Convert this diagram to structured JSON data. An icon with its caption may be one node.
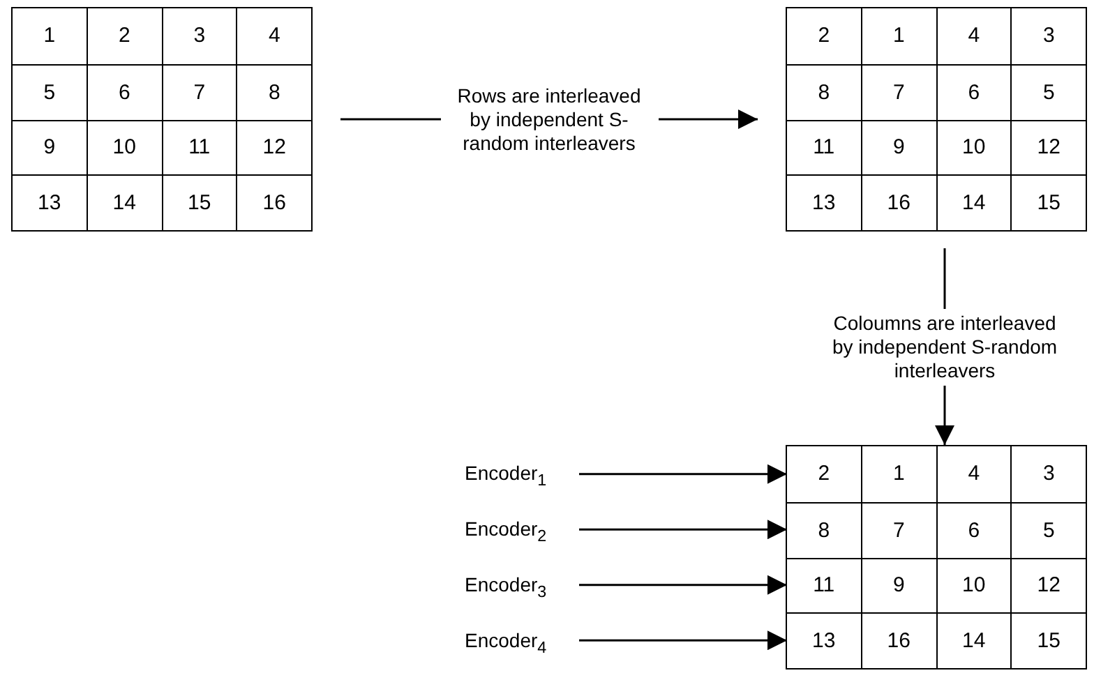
{
  "diagram": {
    "nodes": [
      {
        "text": [],
        "shape": "box"
      },
      {
        "text": [
          "1",
          "2",
          "3",
          "4"
        ],
        "in": 0
      },
      {
        "text": [
          "5",
          "6",
          "7",
          "8"
        ],
        "in": 0
      },
      {
        "text": [
          "9",
          "10",
          "11",
          "12"
        ],
        "in": 0
      },
      {
        "text": [
          "13",
          "14",
          "15",
          "16"
        ],
        "in": 0
      },
      {
        "text": [],
        "shape": "box"
      },
      {
        "text": [
          "2",
          "1",
          "4",
          "3"
        ],
        "in": 5
      },
      {
        "text": [
          "8",
          "7",
          "6",
          "5"
        ],
        "in": 5
      },
      {
        "text": [
          "11",
          "9",
          "10",
          "12"
        ],
        "in": 5
      },
      {
        "text": [
          "13",
          "16",
          "14",
          "15"
        ],
        "in": 5
      },
      {
        "text": [],
        "shape": "box"
      },
      {
        "text": [
          "2",
          "1",
          "4",
          "3"
        ],
        "in": 10
      },
      {
        "text": [
          "8",
          "7",
          "6",
          "5"
        ],
        "in": 10
      },
      {
        "text": [
          "11",
          "9",
          "10",
          "12"
        ],
        "in": 10
      },
      {
        "text": [
          "13",
          "16",
          "14",
          "15"
        ],
        "in": 10
      },
      {
        "text": [
          "Encoder$_{1}$"
        ]
      },
      {
        "text": [
          "Encoder$_{2}$"
        ]
      },
      {
        "text": [
          "Encoder$_{3}$"
        ]
      },
      {
        "text": [
          "Encoder$_{4}$"
        ]
      }
    ],
    "edges": [
      {
        "from": 0,
        "to": 5,
        "arrow": "to",
        "label": "Rows are interleaved by independent S-random interleavers"
      },
      {
        "from": 5,
        "to": 10,
        "arrow": "to",
        "label": "Coloumns are interleaved by independent S-random interleavers"
      },
      {
        "from": 15,
        "to": 11,
        "arrow": "to"
      },
      {
        "from": 16,
        "to": 12,
        "arrow": "to"
      },
      {
        "from": 17,
        "to": 13,
        "arrow": "to"
      },
      {
        "from": 18,
        "to": 14,
        "arrow": "to"
      }
    ]
  }
}
